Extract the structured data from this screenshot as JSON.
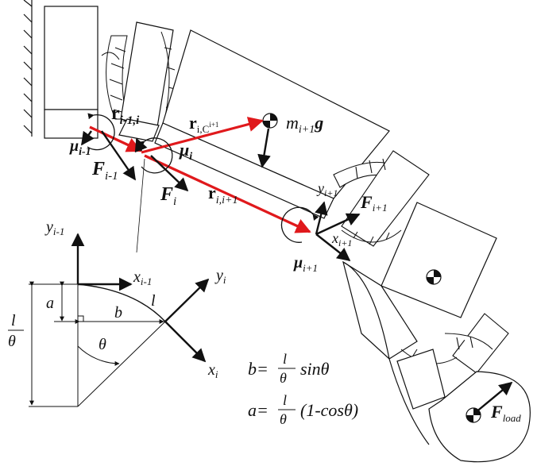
{
  "colors": {
    "ink": "#111111",
    "force_arrow": "#e0191c",
    "background": "#ffffff"
  },
  "labels": {
    "r_prev": {
      "main": "r",
      "sub": "i-1,i"
    },
    "r_com": {
      "main": "r",
      "sub": "i,C",
      "subsub": "i+1"
    },
    "r_next": {
      "main": "r",
      "sub": "i,i+1"
    },
    "mg": {
      "main": "m",
      "sub": "i+1",
      "tail": "g"
    },
    "mu_prev": {
      "main": "μ",
      "sub": "i-1"
    },
    "mu_i": {
      "main": "μ",
      "sub": "i"
    },
    "mu_next": {
      "main": "μ",
      "sub": "i+1"
    },
    "F_prev": {
      "main": "F",
      "sub": "i-1"
    },
    "F_i": {
      "main": "F",
      "sub": "i"
    },
    "F_other": {
      "main": "F",
      "sub": "i+1"
    },
    "F_load": {
      "main": "F",
      "sub": "load"
    },
    "y_next": {
      "main": "y",
      "sub": "i+1"
    },
    "x_next": {
      "main": "x",
      "sub": "i+1"
    },
    "y_prev": {
      "main": "y",
      "sub": "i-1"
    },
    "x_prev": {
      "main": "x",
      "sub": "i-1"
    },
    "y_i": {
      "main": "y",
      "sub": "i"
    },
    "x_i": {
      "main": "x",
      "sub": "i"
    },
    "a": "a",
    "b": "b",
    "l": "l",
    "theta": "θ",
    "frac_num": "l",
    "frac_den": "θ"
  },
  "equations": {
    "b_eq": {
      "lhs": "b=",
      "num": "l",
      "den": "θ",
      "rhs": "sinθ"
    },
    "a_eq": {
      "lhs": "a=",
      "num": "l",
      "den": "θ",
      "rhs": "(1-cosθ)"
    }
  }
}
